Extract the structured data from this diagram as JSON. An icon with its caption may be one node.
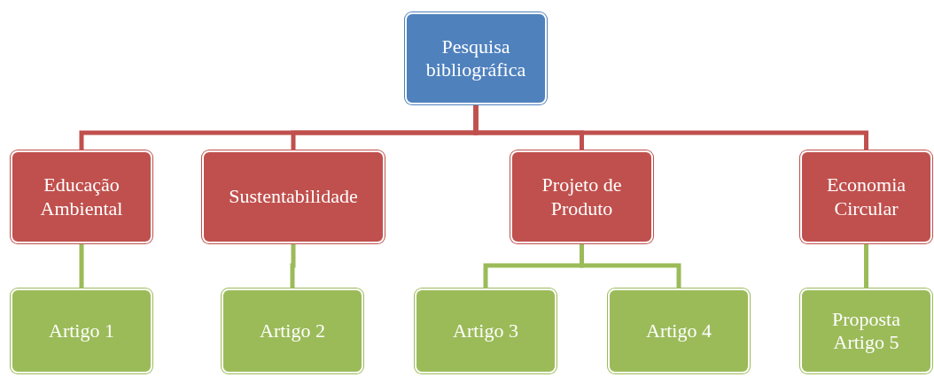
{
  "diagram": {
    "nodes": [
      {
        "text": [
          "Pesquisa bibliográfica"
        ]
      },
      {
        "text": [
          "Educação Ambiental"
        ]
      },
      {
        "text": [
          "Sustentabilidade"
        ]
      },
      {
        "text": [
          "Projeto de Produto"
        ]
      },
      {
        "text": [
          "Economia Circular"
        ]
      },
      {
        "text": [
          "Artigo 1"
        ]
      },
      {
        "text": [
          "Artigo 2"
        ]
      },
      {
        "text": [
          "Artigo 3"
        ]
      },
      {
        "text": [
          "Artigo 4"
        ]
      },
      {
        "text": [
          "Proposta Artigo 5"
        ]
      }
    ],
    "edges": [
      {
        "from": 0,
        "to": 1,
        "arrow": "none",
        "color": "#c0504d"
      },
      {
        "from": 0,
        "to": 2,
        "arrow": "none",
        "color": "#c0504d"
      },
      {
        "from": 0,
        "to": 3,
        "arrow": "none",
        "color": "#c0504d"
      },
      {
        "from": 0,
        "to": 4,
        "arrow": "none",
        "color": "#c0504d"
      },
      {
        "from": 1,
        "to": 5,
        "arrow": "none"
      },
      {
        "from": 2,
        "to": 6,
        "arrow": "none"
      },
      {
        "from": 3,
        "to": 7,
        "arrow": "none"
      },
      {
        "from": 3,
        "to": 8,
        "arrow": "none"
      },
      {
        "from": 4,
        "to": 9,
        "arrow": "none"
      }
    ]
  }
}
